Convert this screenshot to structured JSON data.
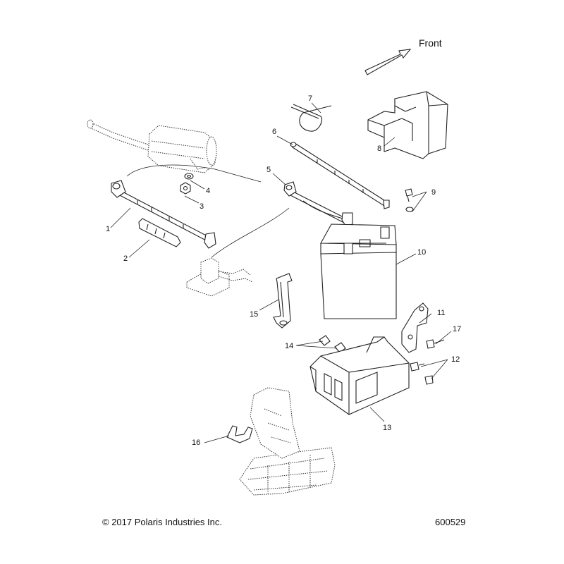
{
  "header": {
    "front_label": "Front"
  },
  "callouts": [
    "1",
    "2",
    "3",
    "4",
    "5",
    "6",
    "7",
    "8",
    "9",
    "10",
    "11",
    "12",
    "13",
    "14",
    "15",
    "16",
    "17"
  ],
  "parts": [
    {
      "callout": "1",
      "icon": "battery-cable-icon"
    },
    {
      "callout": "2",
      "icon": "boot-sleeve-icon"
    },
    {
      "callout": "3",
      "icon": "nut-icon"
    },
    {
      "callout": "4",
      "icon": "washer-icon"
    },
    {
      "callout": "5",
      "icon": "ground-cable-icon"
    },
    {
      "callout": "6",
      "icon": "positive-cable-icon"
    },
    {
      "callout": "7",
      "icon": "cable-tie-icon"
    },
    {
      "callout": "8",
      "icon": "terminal-cover-icon"
    },
    {
      "callout": "9",
      "icon": "terminal-bolt-icon"
    },
    {
      "callout": "10",
      "icon": "battery-icon"
    },
    {
      "callout": "11",
      "icon": "bracket-icon"
    },
    {
      "callout": "12",
      "icon": "bolt-icon"
    },
    {
      "callout": "13",
      "icon": "battery-tray-icon"
    },
    {
      "callout": "14",
      "icon": "clip-nut-icon"
    },
    {
      "callout": "15",
      "icon": "battery-strap-icon"
    },
    {
      "callout": "16",
      "icon": "clip-icon"
    },
    {
      "callout": "17",
      "icon": "bolt-icon"
    }
  ],
  "footer": {
    "copyright": "© 2017 Polaris Industries Inc.",
    "figure_number": "600529"
  }
}
